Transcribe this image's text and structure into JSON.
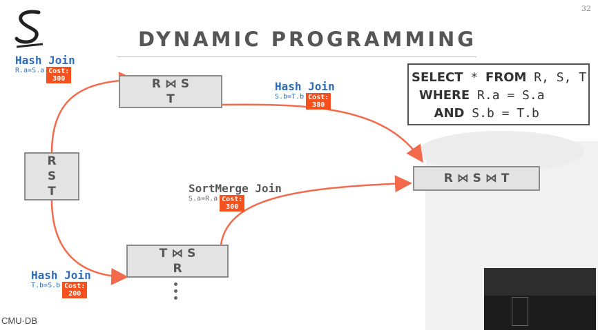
{
  "slide": {
    "page_number": "32",
    "title": "DYNAMIC PROGRAMMING",
    "logo_text": "CMU·DB"
  },
  "nodes": {
    "rst": [
      "R",
      "S",
      "T"
    ],
    "rs_t": [
      "R ⋈ S",
      "T"
    ],
    "ts_r": [
      "T ⋈ S",
      "R"
    ],
    "final": "R ⋈ S ⋈ T"
  },
  "edges": {
    "top_left": {
      "name": "Hash Join",
      "cond": "R.a=S.a",
      "cost_label": "Cost:",
      "cost": "300"
    },
    "top_right": {
      "name": "Hash Join",
      "cond": "S.b=T.b",
      "cost_label": "Cost:",
      "cost": "380"
    },
    "bottom_left": {
      "name": "Hash Join",
      "cond": "T.b=S.b",
      "cost_label": "Cost:",
      "cost": "200"
    },
    "bottom_right": {
      "name": "SortMerge Join",
      "cond": "S.a=R.a",
      "cost_label": "Cost:",
      "cost": "300"
    }
  },
  "sql": {
    "line1_kw1": "SELECT",
    "line1_rest": " * ",
    "line1_kw2": "FROM",
    "line1_tail": " R, S, T",
    "line2_kw": "WHERE",
    "line2_rest": " R.a = S.a",
    "line3_kw": "AND",
    "line3_rest": " S.b = T.b"
  },
  "colors": {
    "accent": "#f4511e",
    "join_blue": "#2d6bb6",
    "arrow": "#f26a4b"
  }
}
